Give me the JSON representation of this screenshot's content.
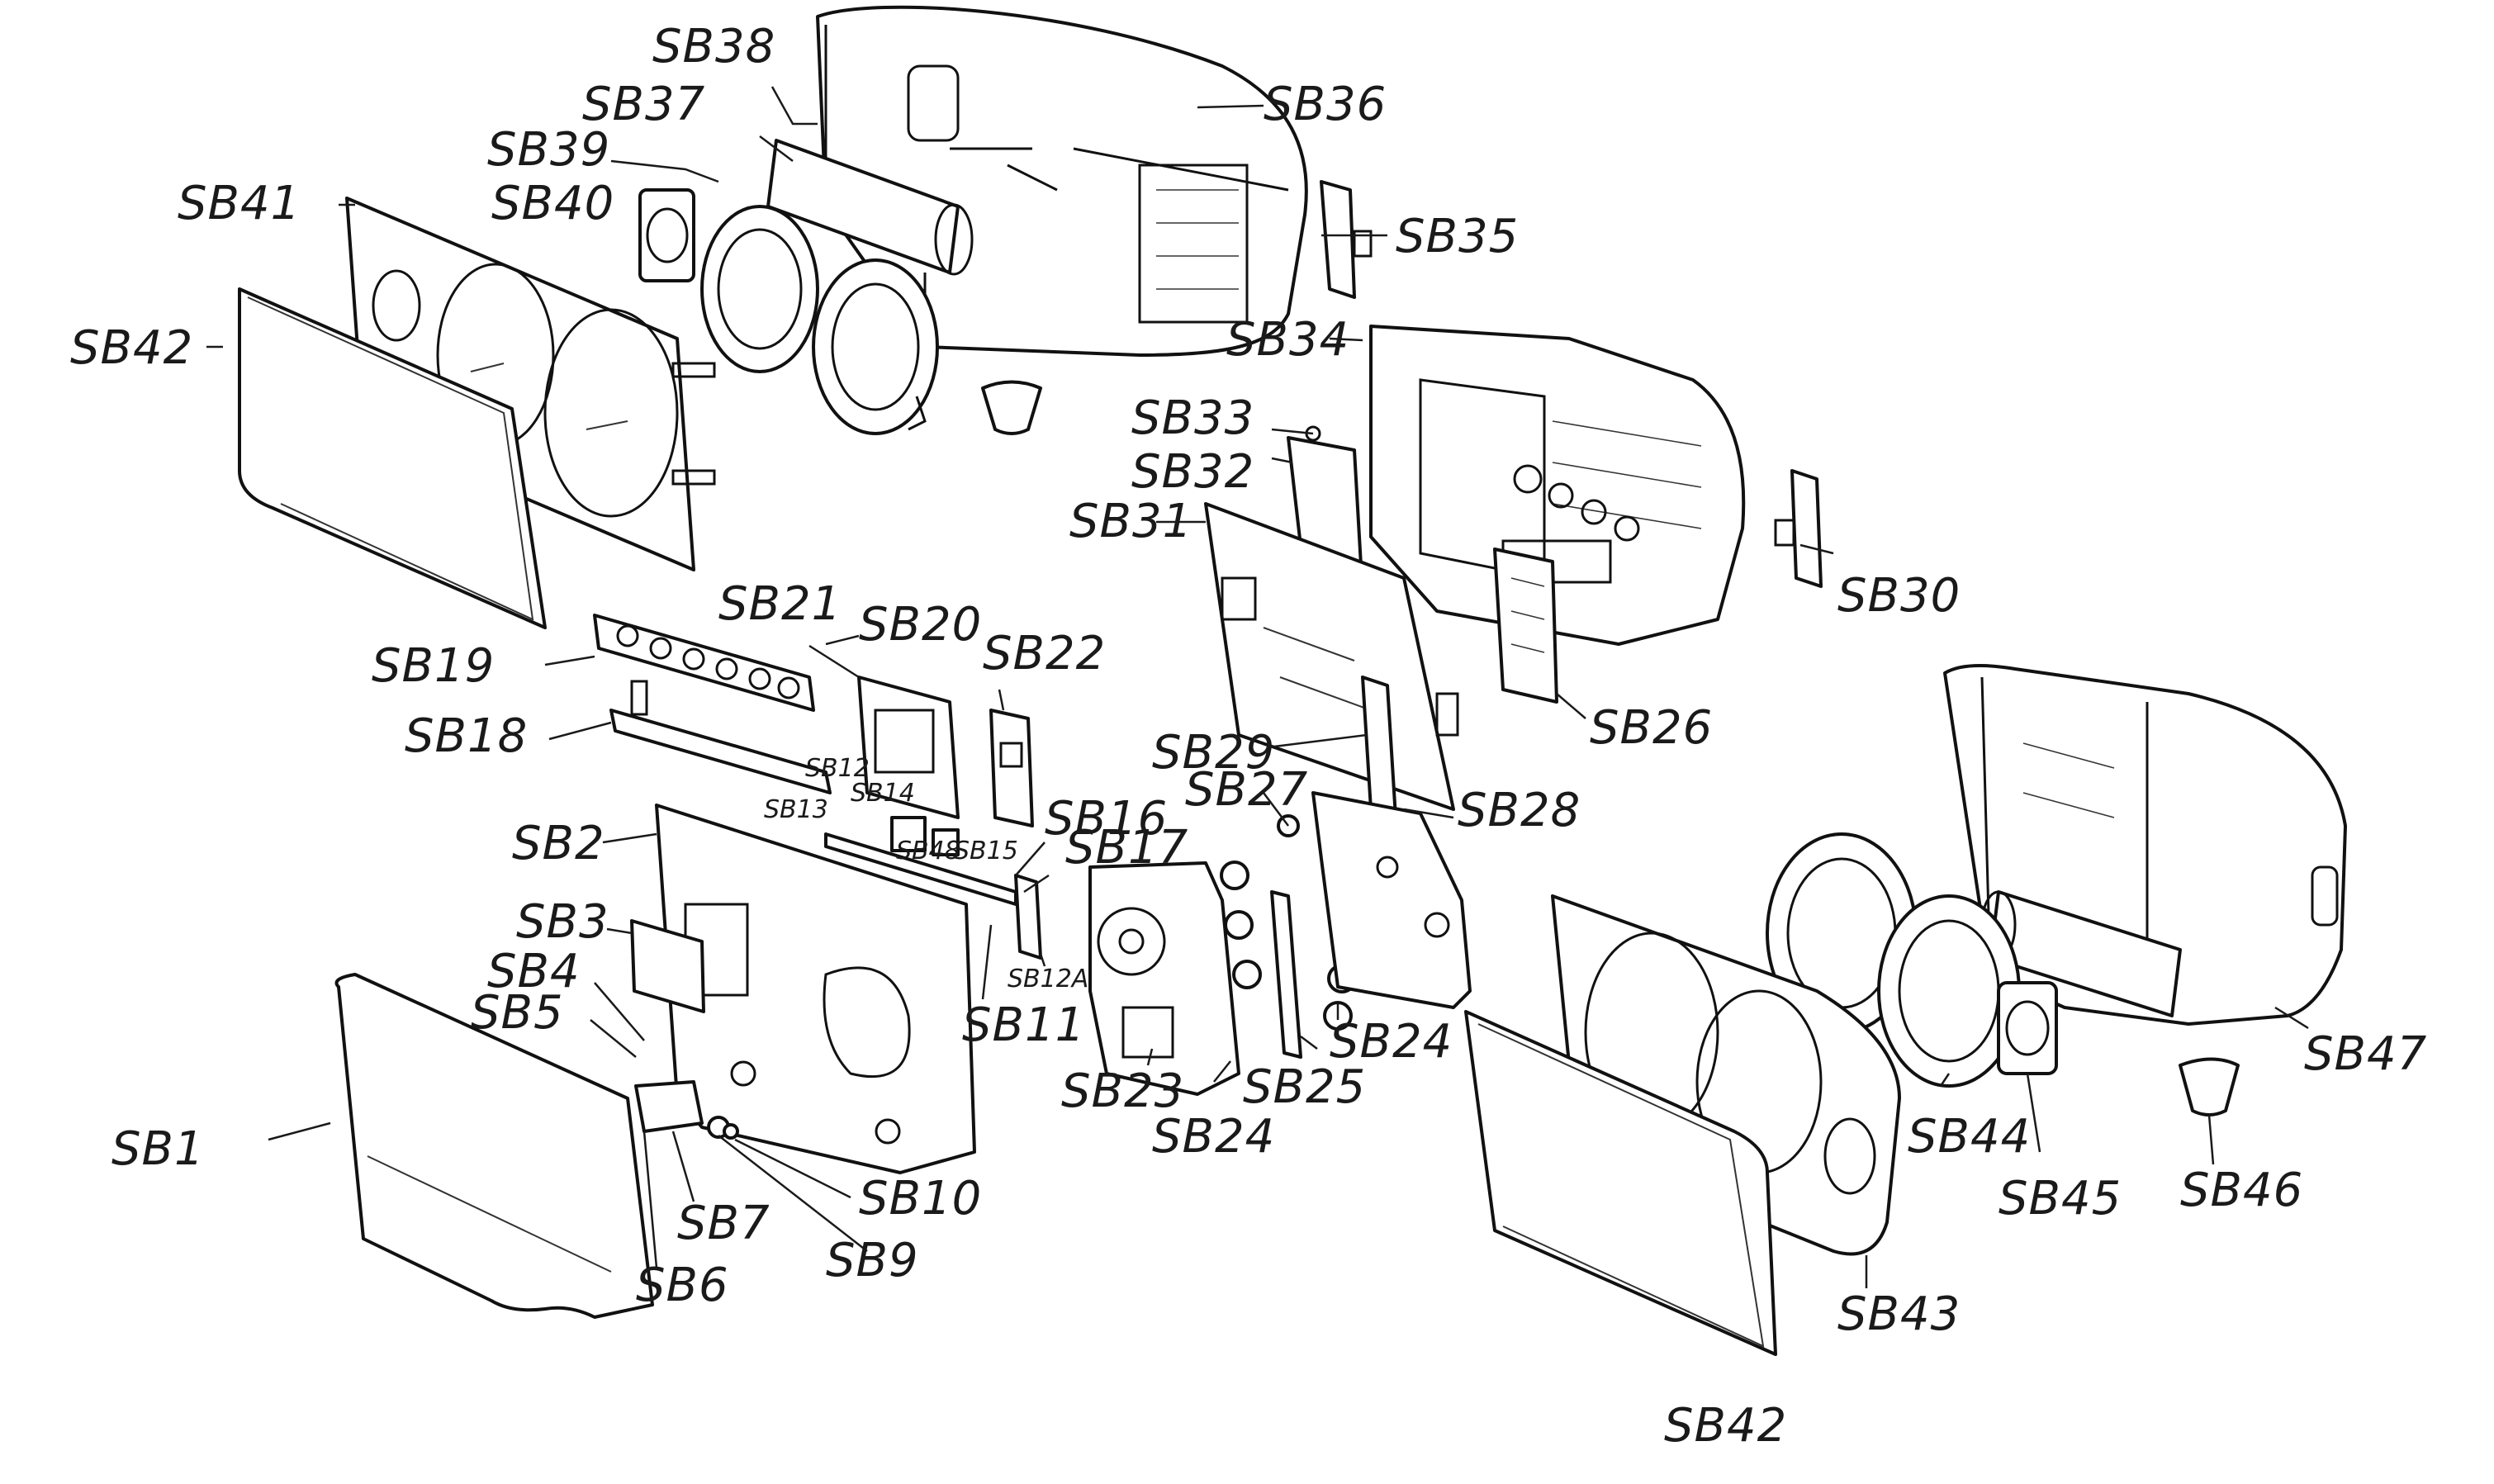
{
  "labels": {
    "SB1": "SB1",
    "SB2": "SB2",
    "SB3": "SB3",
    "SB4": "SB4",
    "SB5": "SB5",
    "SB6": "SB6",
    "SB7": "SB7",
    "SB9": "SB9",
    "SB10": "SB10",
    "SB11": "SB11",
    "SB12": "SB12",
    "SB12A": "SB12A",
    "SB13": "SB13",
    "SB14": "SB14",
    "SB15": "SB15",
    "SB16": "SB16",
    "SB17": "SB17",
    "SB18": "SB18",
    "SB19": "SB19",
    "SB20": "SB20",
    "SB21": "SB21",
    "SB22": "SB22",
    "SB23": "SB23",
    "SB24a": "SB24",
    "SB24b": "SB24",
    "SB25": "SB25",
    "SB26": "SB26",
    "SB27": "SB27",
    "SB28": "SB28",
    "SB29": "SB29",
    "SB30": "SB30",
    "SB31": "SB31",
    "SB32": "SB32",
    "SB33": "SB33",
    "SB34": "SB34",
    "SB35": "SB35",
    "SB36": "SB36",
    "SB37": "SB37",
    "SB38": "SB38",
    "SB39": "SB39",
    "SB40": "SB40",
    "SB41": "SB41",
    "SB42a": "SB42",
    "SB42b": "SB42",
    "SB43": "SB43",
    "SB44": "SB44",
    "SB45": "SB45",
    "SB46": "SB46",
    "SB47": "SB47",
    "SB48": "SB48"
  }
}
